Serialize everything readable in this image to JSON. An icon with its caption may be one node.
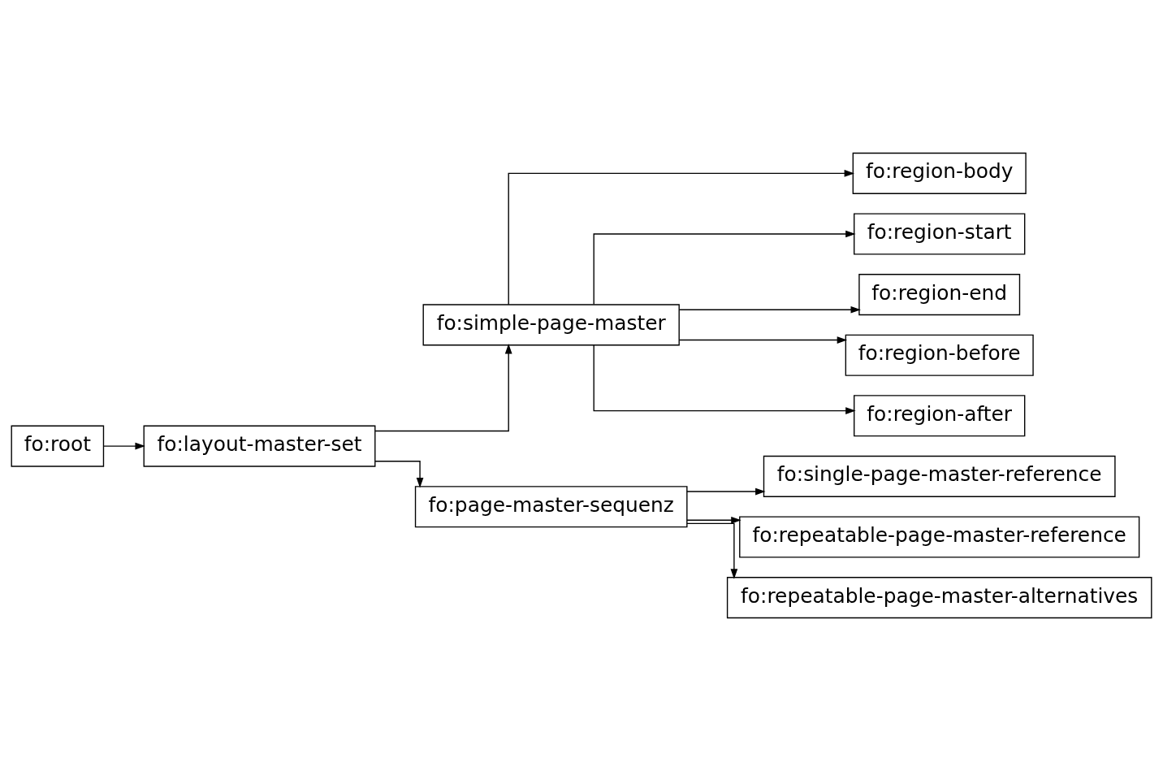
{
  "diagram": {
    "nodes": [
      {
        "text": [
          "fo:root"
        ]
      },
      {
        "text": [
          "fo:layout-master-set"
        ]
      },
      {
        "text": [
          "fo:simple-page-master"
        ]
      },
      {
        "text": [
          "fo:region-body"
        ]
      },
      {
        "text": [
          "fo:region-start"
        ]
      },
      {
        "text": [
          "fo:region-end"
        ]
      },
      {
        "text": [
          "fo:region-before"
        ]
      },
      {
        "text": [
          "fo:region-after"
        ]
      },
      {
        "text": [
          "fo:page-master-sequenz"
        ]
      },
      {
        "text": [
          "fo:single-page-master-reference"
        ]
      },
      {
        "text": [
          "fo:repeatable-page-master-reference"
        ]
      },
      {
        "text": [
          "fo:repeatable-page-master-alternatives"
        ]
      }
    ],
    "edges": [
      {
        "from": 0,
        "to": 1,
        "arrow": "to"
      },
      {
        "from": 1,
        "to": 2,
        "arrow": "to"
      },
      {
        "from": 2,
        "to": 3,
        "arrow": "to"
      },
      {
        "from": 2,
        "to": 4,
        "arrow": "to"
      },
      {
        "from": 2,
        "to": 5,
        "arrow": "to"
      },
      {
        "from": 2,
        "to": 6,
        "arrow": "to"
      },
      {
        "from": 2,
        "to": 7,
        "arrow": "to"
      },
      {
        "from": 1,
        "to": 8,
        "arrow": "to"
      },
      {
        "from": 8,
        "to": 9,
        "arrow": "to"
      },
      {
        "from": 8,
        "to": 10,
        "arrow": "to"
      },
      {
        "from": 8,
        "to": 11,
        "arrow": "to"
      }
    ]
  }
}
